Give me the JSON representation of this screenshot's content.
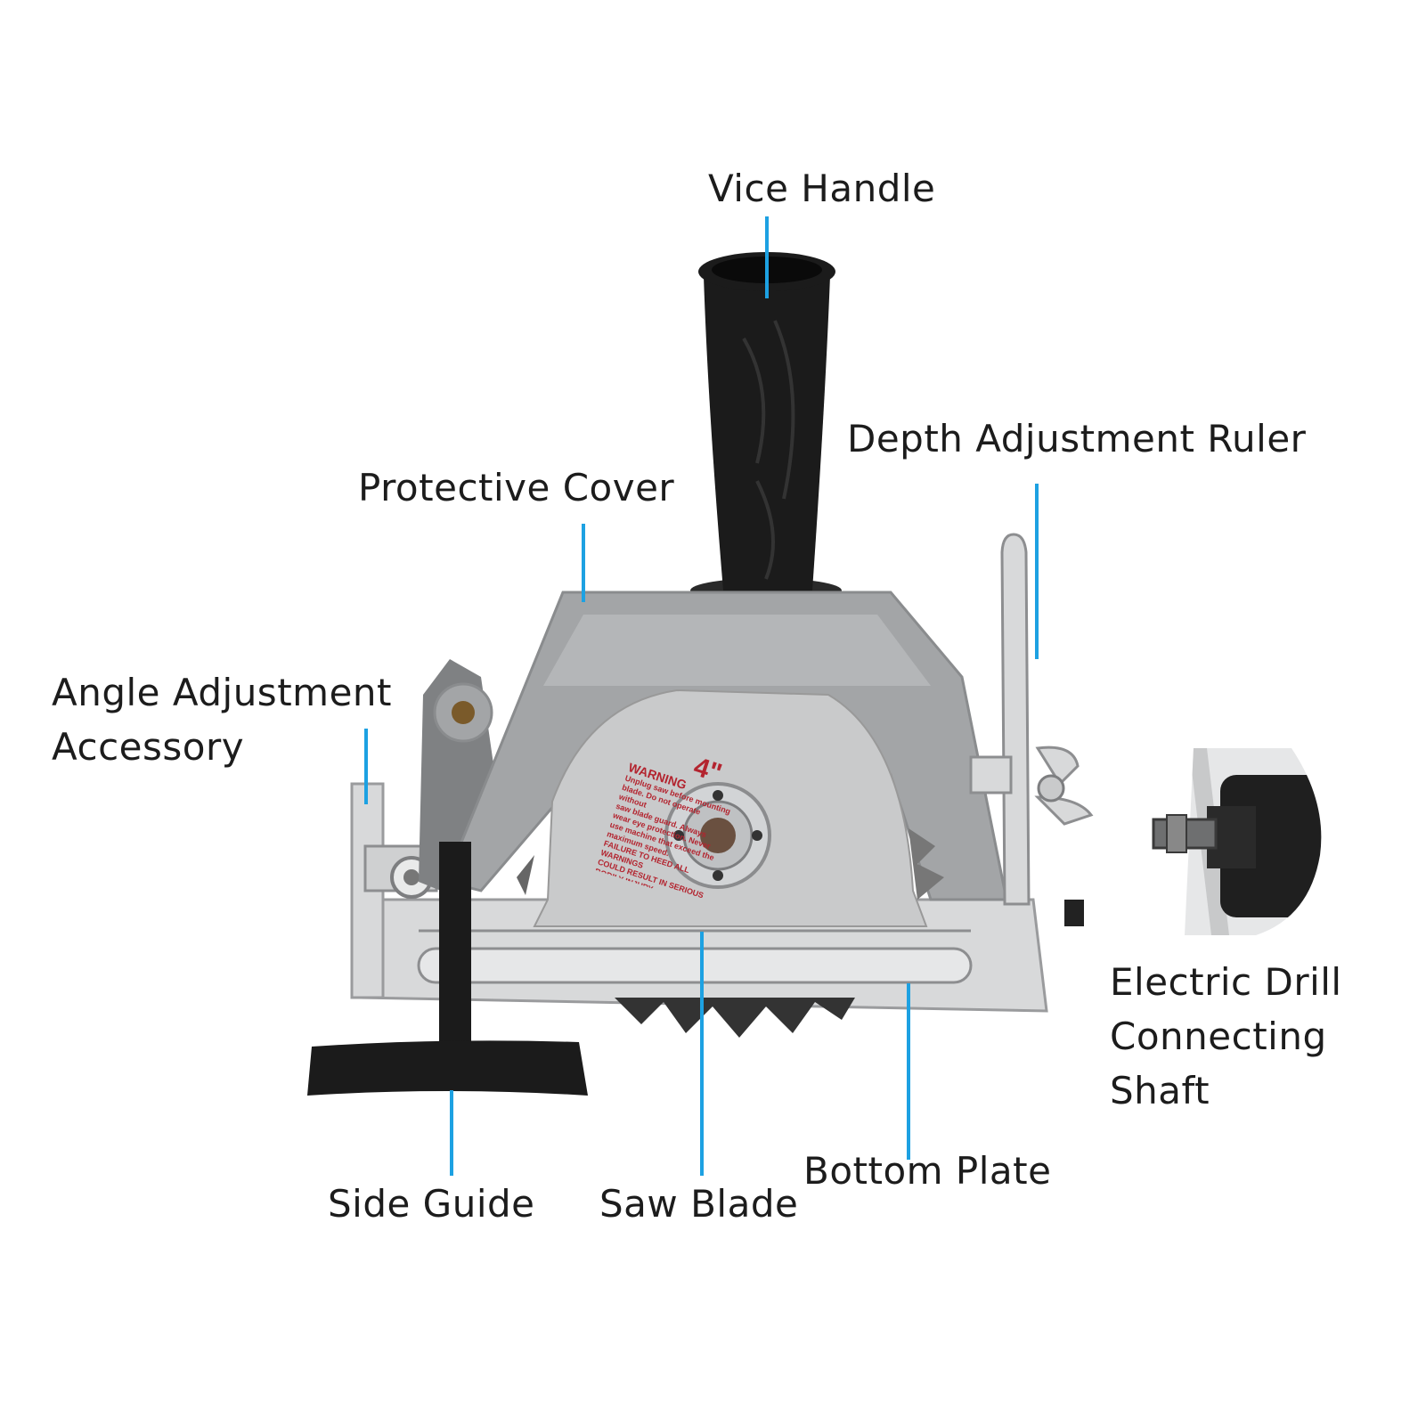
{
  "colors": {
    "leader": "#1da1e2",
    "housing": "#a3a5a7",
    "housing_dark": "#7f8183",
    "handle": "#1b1b1b",
    "blade": "#c9cacb",
    "chrome": "#d8d9da",
    "warning_text": "#b3242f"
  },
  "labels": {
    "vice_handle": "Vice Handle",
    "depth_ruler": "Depth Adjustment Ruler",
    "protective_cover": "Protective Cover",
    "angle_accessory": [
      "Angle Adjustment",
      "Accessory"
    ],
    "drill_shaft": [
      "Electric Drill",
      "Connecting",
      "Shaft"
    ],
    "side_guide": "Side Guide",
    "saw_blade": "Saw Blade",
    "bottom_plate": "Bottom Plate"
  },
  "blade_marking": {
    "warning": "WARNING",
    "size": "4\"",
    "lines": [
      "Unplug saw before mounting blade. Do not operate without",
      "saw blade guard. Always wear eye protection. Never",
      "use machine that exceed the maximum speed.",
      "FAILURE TO HEED ALL WARNINGS",
      "COULD RESULT IN SERIOUS",
      "BODILY INJURY."
    ]
  },
  "icons": [
    "handle-icon",
    "saw-blade-icon",
    "wing-nut-icon",
    "drill-shaft-icon"
  ]
}
